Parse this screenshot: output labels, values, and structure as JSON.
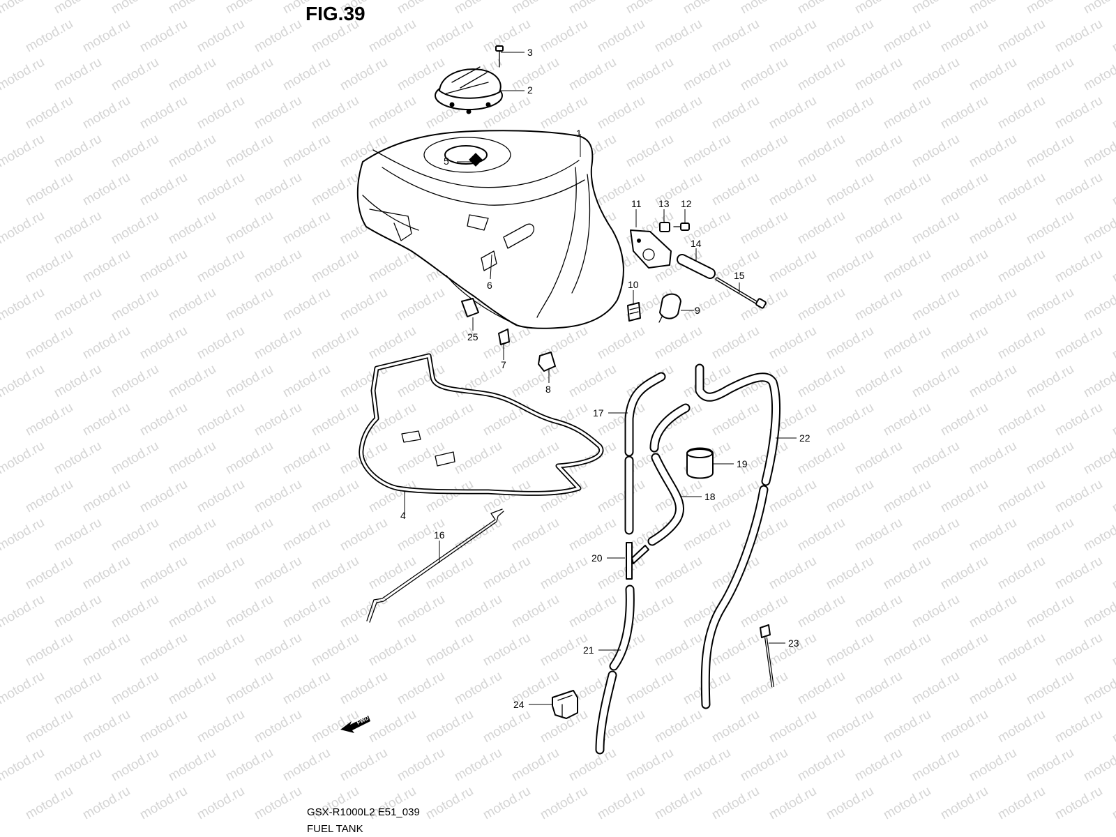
{
  "figure": {
    "title": "FIG.39",
    "model_code": "GSX-R1000L2 E51_039",
    "name": "FUEL TANK",
    "watermark_text": "motod.ru",
    "fwd_label": "FWD"
  },
  "callouts": [
    "1",
    "2",
    "3",
    "4",
    "5",
    "6",
    "7",
    "8",
    "9",
    "10",
    "11",
    "12",
    "13",
    "14",
    "15",
    "16",
    "17",
    "18",
    "19",
    "20",
    "21",
    "22",
    "23",
    "24",
    "25"
  ],
  "colors": {
    "line": "#000000",
    "watermark": "#d4d4d4",
    "background": "#ffffff"
  }
}
